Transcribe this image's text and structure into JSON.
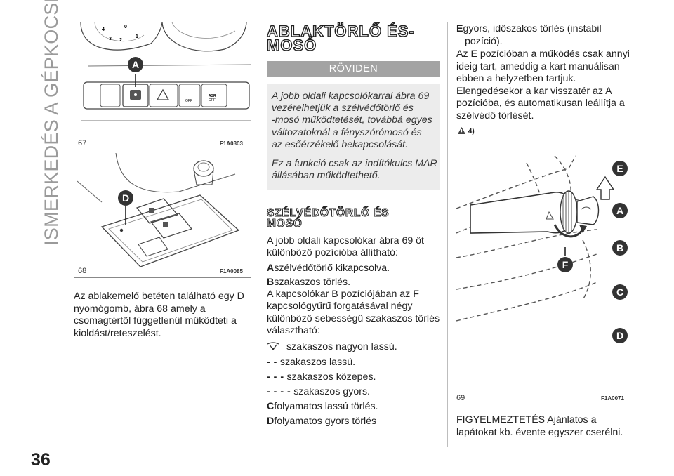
{
  "side_title": "ISMERKEDÉS A GÉPKOCSIVAL",
  "page_number": "36",
  "fig67": {
    "num": "67",
    "code": "F1A0303",
    "label": "A",
    "dial_numbers": [
      "4",
      "0",
      "3",
      "2",
      "1"
    ],
    "btn3": "OFF",
    "btn4a": "ASR",
    "btn4b": "OFF"
  },
  "fig68": {
    "num": "68",
    "code": "F1A0085",
    "label": "D"
  },
  "fig69": {
    "num": "69",
    "code": "F1A0071",
    "labels": {
      "e": "E",
      "a": "A",
      "b": "B",
      "f": "F",
      "c": "C",
      "d": "D"
    }
  },
  "col1_paragraph": [
    "Az ablakemelő betéten található egy D",
    "nyomógomb, ábra 68 amely a",
    "csomagtértől függetlenül működteti a",
    "kioldást/reteszelést."
  ],
  "heading_main": [
    "ABLAKTÖRLŐ ÉS-",
    "MOSÓ"
  ],
  "banner": "RÖVIDEN",
  "summary_p1": [
    "A jobb oldali kapcsolókarral ábra 69",
    "vezérelhetjük a szélvédőtörlő és",
    "-mosó működtetését, továbbá egyes",
    "változatoknál a fényszórómosó és",
    "az esőérzékelő bekapcsolását."
  ],
  "summary_p2": [
    "Ez a funkció csak az indítókulcs MAR",
    "állásában működtethető."
  ],
  "heading_sub": [
    "SZÉLVÉDŐTÖRLŐ ÉS",
    "MOSÓ"
  ],
  "intro": [
    "A jobb oldali kapcsolókar ábra 69 öt",
    "különböző pozícióba állítható:"
  ],
  "pos_a": {
    "key": "A",
    "text": "szélvédőtörlő kikapcsolva."
  },
  "pos_b": {
    "key": "B",
    "text": "szakaszos törlés."
  },
  "b_desc": [
    "A kapcsolókar B pozíciójában az F",
    "kapcsológyűrű forgatásával négy",
    "különböző sebességű szakaszos törlés",
    "választható:"
  ],
  "speeds": [
    {
      "sym": "",
      "text": "szakaszos nagyon lassú."
    },
    {
      "sym": "- -",
      "text": "szakaszos lassú."
    },
    {
      "sym": "- - -",
      "text": "szakaszos közepes."
    },
    {
      "sym": "- - - -",
      "text": "szakaszos gyors."
    }
  ],
  "pos_c": {
    "key": "C",
    "text": "folyamatos lassú törlés."
  },
  "pos_d": {
    "key": "D",
    "text": "folyamatos gyors törlés"
  },
  "pos_e": {
    "key": "E",
    "line1": "gyors, időszakos törlés (instabil",
    "line2": "pozíció)."
  },
  "e_desc": [
    "Az E pozícióban a működés csak annyi",
    "ideig tart, ameddig a kart manuálisan",
    "ebben a helyzetben tartjuk.",
    "Elengedésekor a kar visszatér az A",
    "pozícióba, és automatikusan leállítja a",
    "szélvédő törlését."
  ],
  "warning_ref": "4)",
  "warning_text": [
    "FIGYELMEZTETÉS Ajánlatos a",
    "lapátokat kb. évente egyszer cserélni."
  ],
  "colors": {
    "badge": "#333333",
    "banner": "#a3a3a3",
    "shaded": "#ececec",
    "side_title": "#9a9a9a"
  }
}
